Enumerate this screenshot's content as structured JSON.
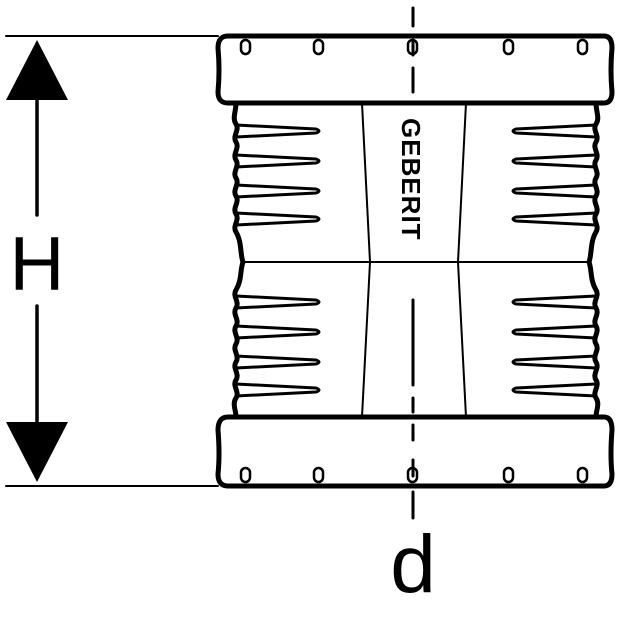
{
  "labels": {
    "height": "H",
    "diameter": "d",
    "brand": "GEBERIT"
  },
  "colors": {
    "line": "#000000",
    "background": "#ffffff"
  }
}
